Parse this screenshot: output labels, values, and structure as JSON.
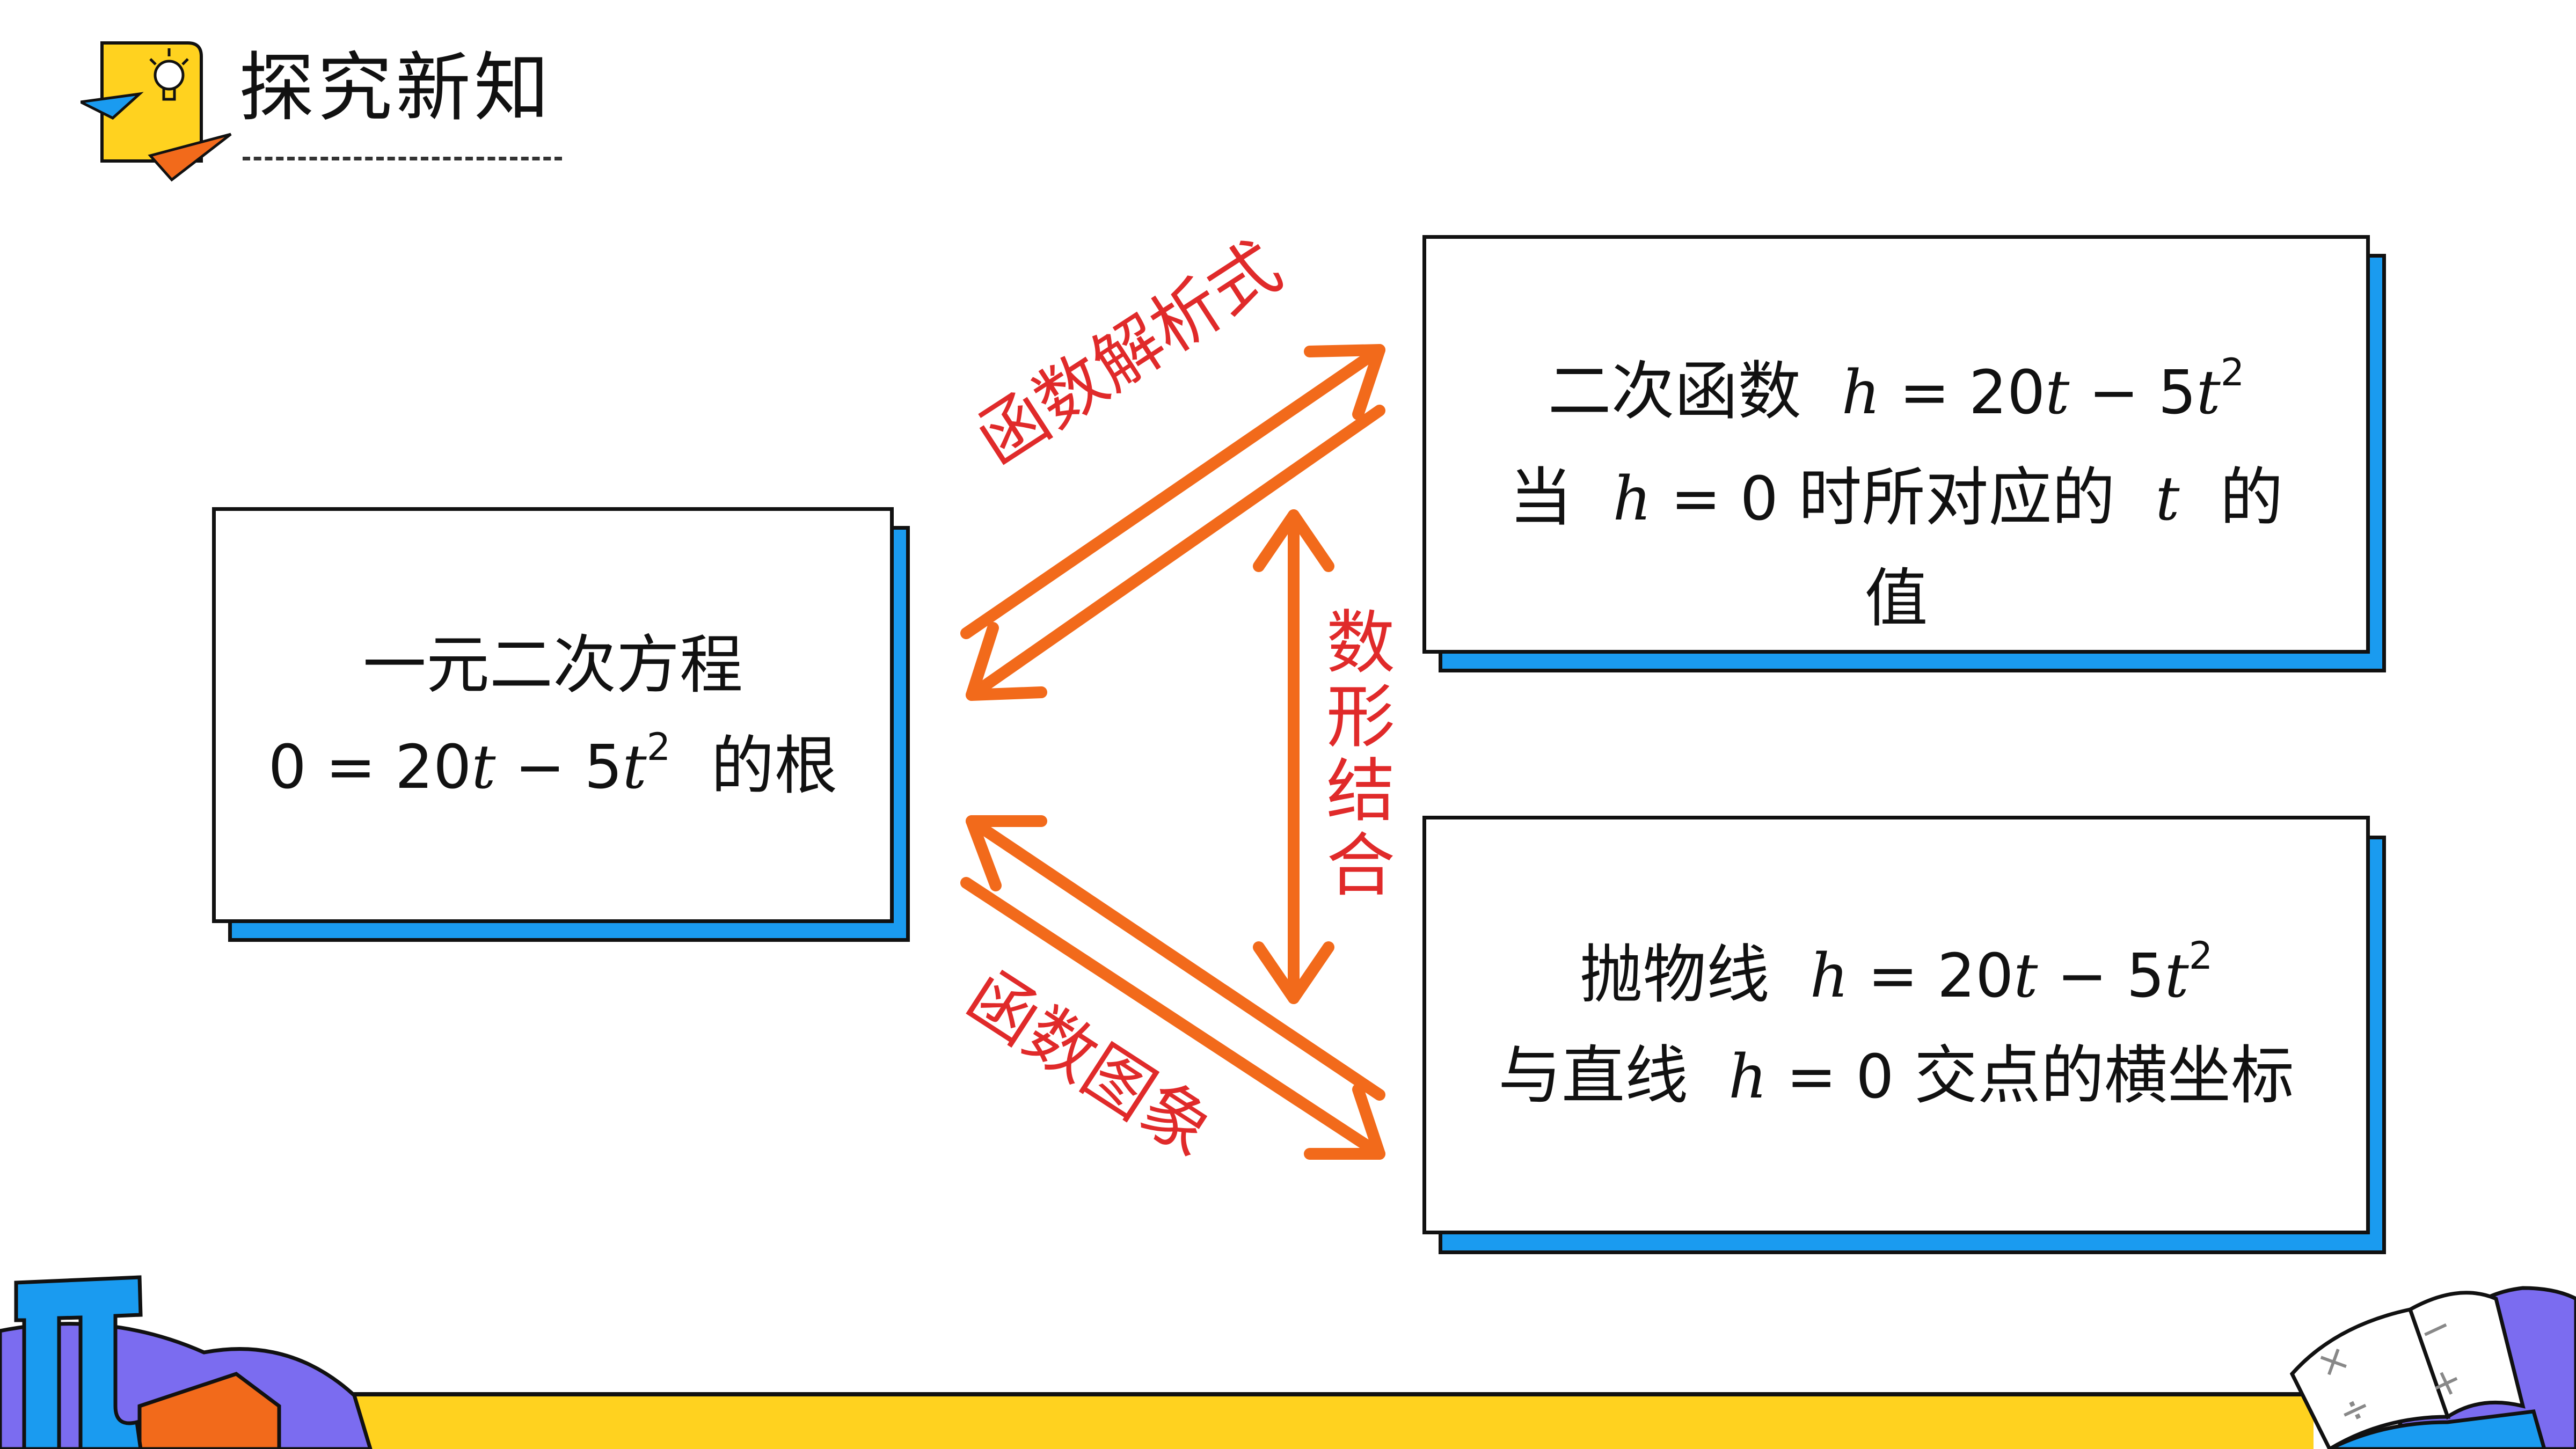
{
  "header": {
    "title": "探究新知"
  },
  "boxes": {
    "left": {
      "line1": "一元二次方程",
      "line2_suffix": "的根"
    },
    "top_right": {
      "line1_prefix": "二次函数",
      "line2_prefix": "当",
      "line2_mid": "时所对应的",
      "line2_suffix": "的",
      "line3": "值"
    },
    "bottom_right": {
      "line1_prefix": "抛物线",
      "line2_prefix": "与直线",
      "line2_suffix": "交点的横坐标"
    }
  },
  "edges": {
    "analytic": "函数解析式",
    "graph": "函数图象",
    "combination": "数形结合"
  },
  "colors": {
    "arrow": "#f26a1b",
    "label": "#e02a2a",
    "shadow": "#1a9bf0",
    "bottom_band": "#ffd21f"
  }
}
